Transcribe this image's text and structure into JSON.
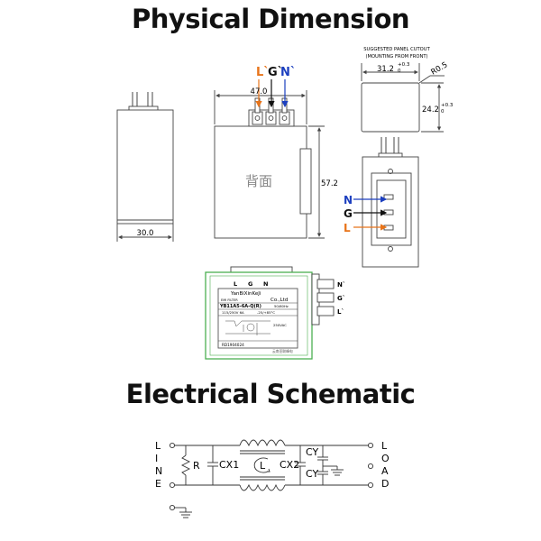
{
  "titles": {
    "dimension": "Physical Dimension",
    "schematic": "Electrical Schematic"
  },
  "side_view": {
    "width_label": "30.0"
  },
  "back_view": {
    "terminal_labels": [
      "L`",
      "G`",
      "N`"
    ],
    "width_label": "47.0",
    "height_label": "57.2",
    "center_text": "背面"
  },
  "cutout": {
    "caption_line1": "SUGGESTED PANEL CUTOUT",
    "caption_line2": "(MOUNTING FROM FRONT)",
    "width_label": "31.2",
    "width_tol": "+0.3",
    "width_tol_low": "0",
    "corner_label": "R0.5",
    "height_label": "24.2",
    "height_tol": "+0.3",
    "height_tol_low": "0"
  },
  "front_view": {
    "pin_labels": [
      "N",
      "G",
      "L"
    ]
  },
  "label_view": {
    "top_labels": [
      "L",
      "G",
      "N"
    ],
    "right_labels": [
      "N`",
      "G`",
      "L`"
    ],
    "brand": "YanBiXinKeJi",
    "company": "Co.,Ltd",
    "emi": "EMI FILTER",
    "model": "YB11A5-6A-Q(R)",
    "freq": "50/60Hz",
    "rating": "115/250V 6A",
    "temp": "-25/+85°C",
    "rating_extra": "250VAC",
    "serial": "RD1904024",
    "footer": "云南亚联峰电"
  },
  "schematic": {
    "line_word": [
      "L",
      "I",
      "N",
      "E"
    ],
    "load_word": [
      "L",
      "O",
      "A",
      "D"
    ],
    "labels": {
      "r": "R",
      "cx1": "CX1",
      "l": "L",
      "cx2": "CX2",
      "cy_top": "CY",
      "cy_bottom": "CY"
    }
  },
  "colors": {
    "terminal_l": "#e8741a",
    "terminal_g": "#111111",
    "terminal_n": "#1c3fbf",
    "label_border": "#4caf50",
    "drawing_line": "#333333"
  }
}
